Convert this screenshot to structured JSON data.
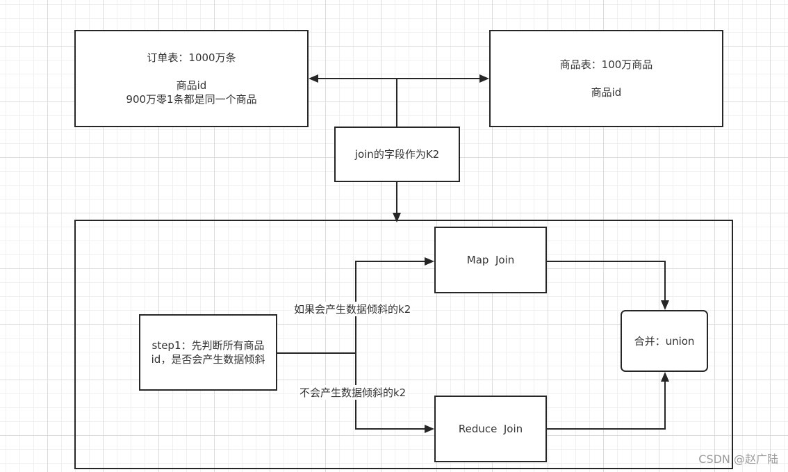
{
  "orders_box": {
    "line1": "订单表：1000万条",
    "line2": "商品id",
    "line3": "900万零1条都是同一个商品"
  },
  "products_box": {
    "line1": "商品表：100万商品",
    "line2": "商品id"
  },
  "join_key_box": {
    "text": "join的字段作为K2"
  },
  "step1_box": {
    "text": "step1：先判断所有商品id，是否会产生数据倾斜"
  },
  "map_join_box": {
    "text": "Map  Join"
  },
  "reduce_join_box": {
    "text": "Reduce  Join"
  },
  "union_box": {
    "text": "合并：union"
  },
  "edge_labels": {
    "skew": "如果会产生数据倾斜的k2",
    "no_skew": "不会产生数据倾斜的k2"
  },
  "watermark": "CSDN @赵广陆"
}
